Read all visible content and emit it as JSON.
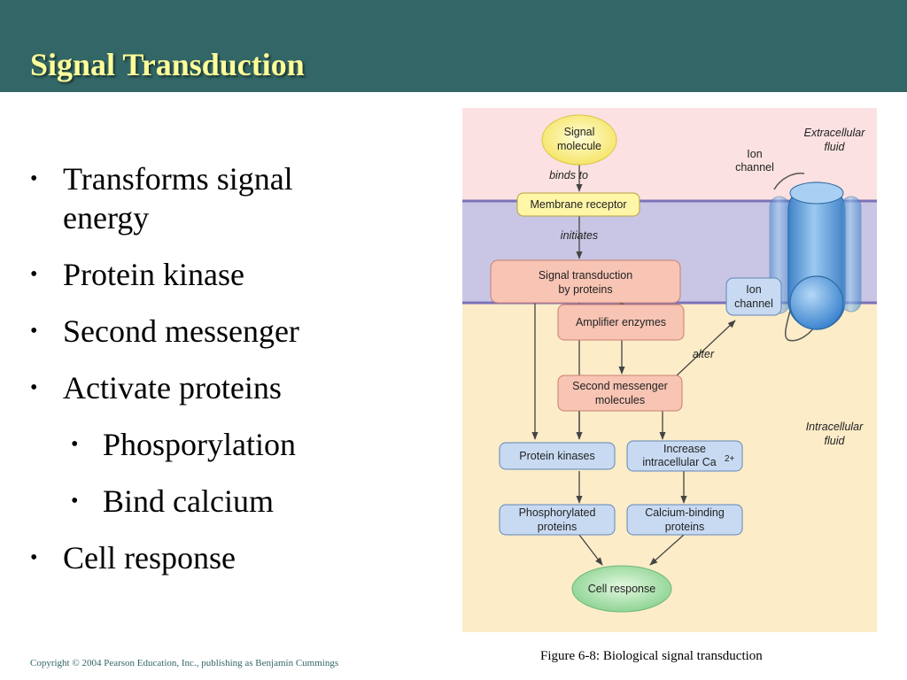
{
  "slide": {
    "title": "Signal Transduction",
    "bullets": [
      {
        "text": "Transforms signal energy",
        "line1": "Transforms signal",
        "line2": "energy",
        "level": 1
      },
      {
        "text": "Protein kinase",
        "level": 1
      },
      {
        "text": "Second messenger",
        "level": 1
      },
      {
        "text": "Activate proteins",
        "level": 1
      },
      {
        "text": "Phosporylation",
        "level": 2
      },
      {
        "text": "Bind calcium",
        "level": 2
      },
      {
        "text": "Cell response",
        "level": 1
      }
    ],
    "bullet_glyph": "•",
    "caption": "Figure 6-8: Biological signal transduction",
    "copyright": "Copyright © 2004 Pearson Education, Inc., publishing as Benjamin Cummings"
  },
  "diagram": {
    "regions": {
      "extracellular_line1": "Extracellular",
      "extracellular_line2": "fluid",
      "intracellular_line1": "Intracellular",
      "intracellular_line2": "fluid"
    },
    "nodes": {
      "signal_molecule_line1": "Signal",
      "signal_molecule_line2": "molecule",
      "membrane_receptor": "Membrane receptor",
      "signal_transduction_line1": "Signal transduction",
      "signal_transduction_line2": "by proteins",
      "amplifier_enzymes": "Amplifier enzymes",
      "second_messenger_line1": "Second messenger",
      "second_messenger_line2": "molecules",
      "protein_kinases": "Protein kinases",
      "increase_ca_line1": "Increase",
      "increase_ca_line2": "intracellular Ca",
      "increase_ca_sup": "2+",
      "phosphorylated_line1": "Phosphorylated",
      "phosphorylated_line2": "proteins",
      "calcium_binding_line1": "Calcium-binding",
      "calcium_binding_line2": "proteins",
      "cell_response": "Cell response",
      "ion_channel_box_line1": "Ion",
      "ion_channel_box_line2": "channel",
      "ion_channel_label_line1": "Ion",
      "ion_channel_label_line2": "channel"
    },
    "edge_labels": {
      "binds_to": "binds  to",
      "initiates": "initiates",
      "alter": "alter"
    },
    "colors": {
      "extracellular": "#fbe1e1",
      "membrane": "#c8c6e4",
      "intracellular": "#fcecc8",
      "membrane_line": "#7d72b8",
      "yellow_node": "#fff6a8",
      "pink_node": "#f8c4b4",
      "blue_node": "#c8daf2",
      "green_node": "#b8e8b8",
      "channel": "#68a6e0"
    }
  }
}
